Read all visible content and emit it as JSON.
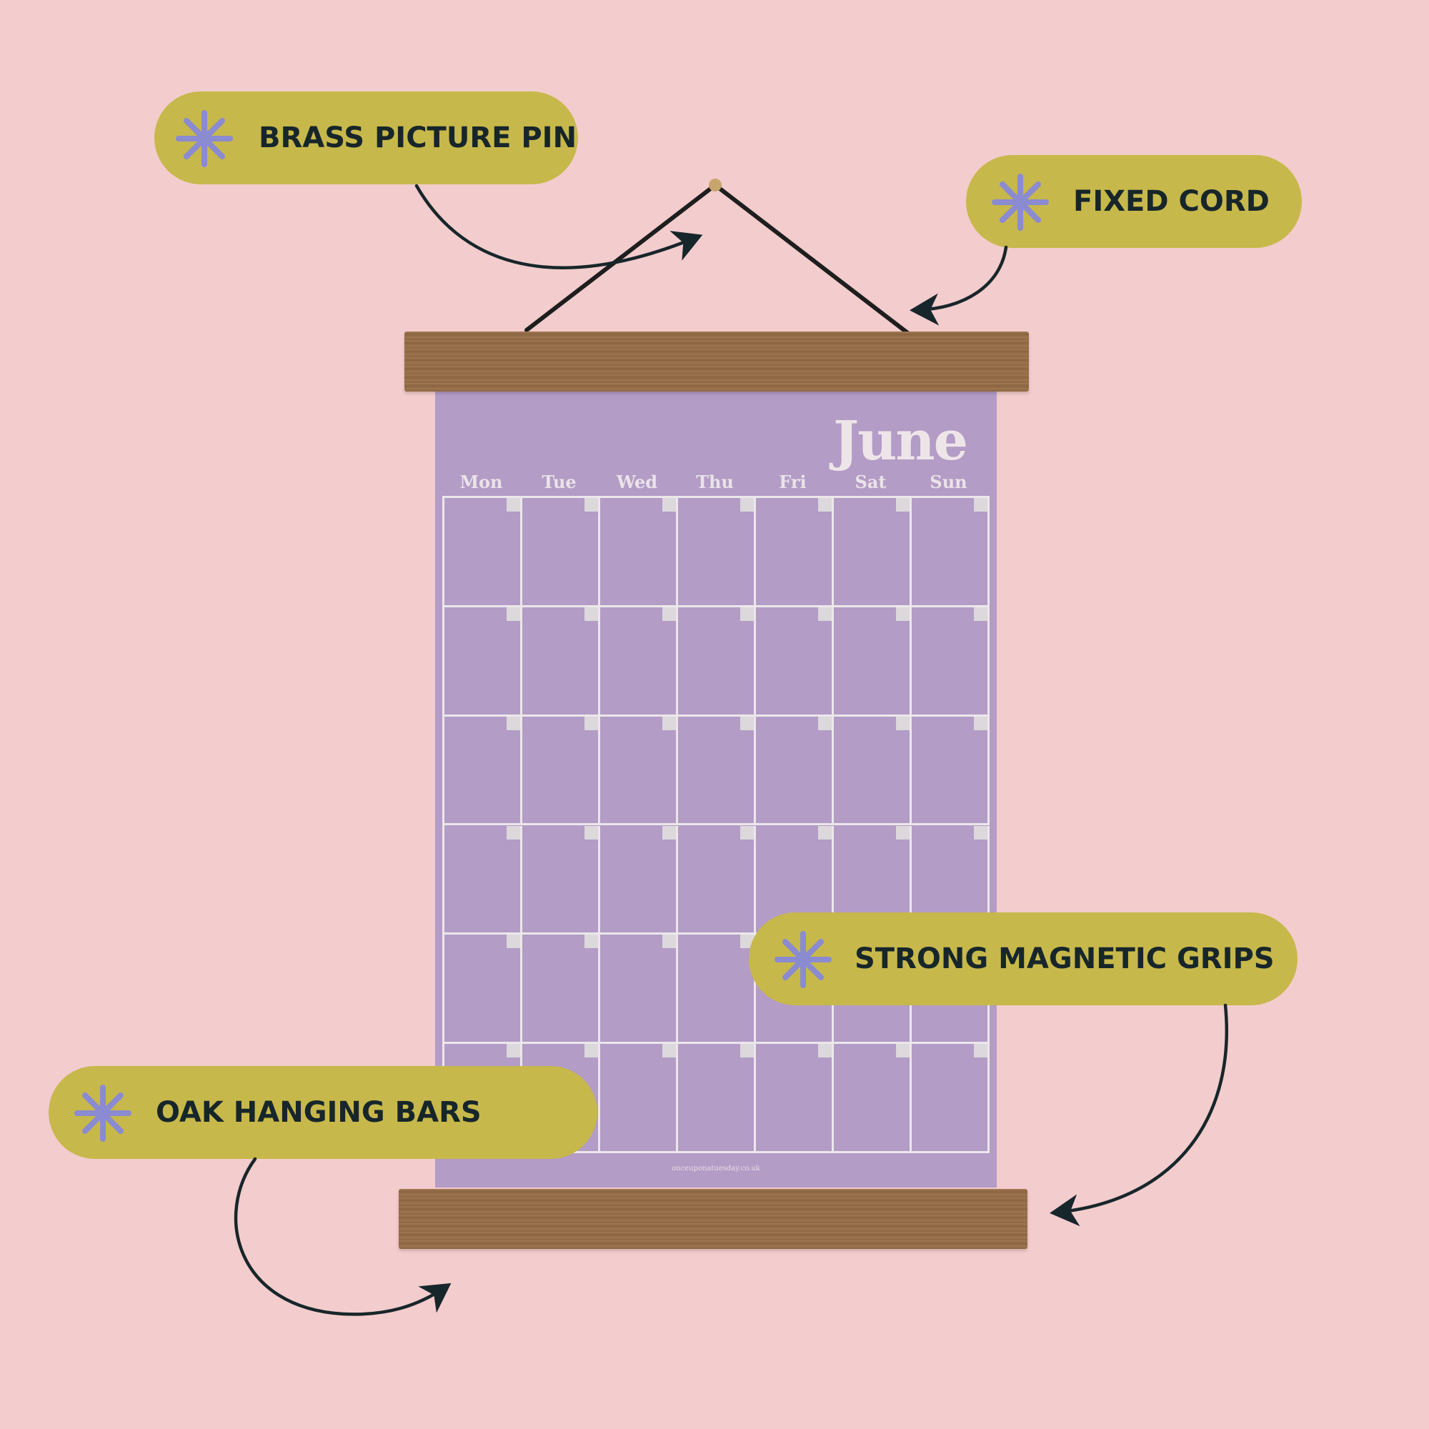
{
  "labels": {
    "pin": "BRASS PICTURE PIN",
    "cord": "FIXED CORD",
    "grips": "STRONG MAGNETIC GRIPS",
    "bars": "OAK HANGING BARS"
  },
  "calendar": {
    "month": "June",
    "weekdays": [
      "Mon",
      "Tue",
      "Wed",
      "Thu",
      "Fri",
      "Sat",
      "Sun"
    ],
    "rows": 6,
    "footer": "onceuponatuesday.co.uk"
  },
  "colors": {
    "background": "#f3cccd",
    "pill": "#c7b84b",
    "asterisk": "#8a8bd0",
    "label_text": "#17262a",
    "poster": "#b39cc6",
    "oak": "#9a7049"
  },
  "icons": {
    "label_icon": "asterisk-icon",
    "arrow": "curved-arrow-icon"
  }
}
